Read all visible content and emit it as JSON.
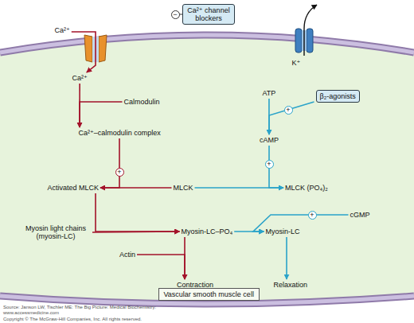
{
  "diagram": {
    "nodes": [
      {
        "text": [
          "Ca²⁺"
        ]
      },
      {
        "text": [
          "Ca²⁺ channel blockers"
        ]
      },
      {
        "text": [
          "Ca²⁺"
        ]
      },
      {
        "text": [
          "Calmodulin"
        ]
      },
      {
        "text": [
          "Ca²⁺–calmodulin complex"
        ]
      },
      {
        "text": [
          "ATP"
        ]
      },
      {
        "text": [
          "β₂-agonists"
        ]
      },
      {
        "text": [
          "cAMP"
        ]
      },
      {
        "text": [
          "Activated MLCK"
        ]
      },
      {
        "text": [
          "MLCK"
        ]
      },
      {
        "text": [
          "MLCK (PO₄)₂"
        ]
      },
      {
        "text": [
          "Myosin light chains (myosin-LC)"
        ]
      },
      {
        "text": [
          "Myosin-LC–PO₄"
        ]
      },
      {
        "text": [
          "cGMP"
        ]
      },
      {
        "text": [
          "Myosin-LC"
        ]
      },
      {
        "text": [
          "Actin"
        ]
      },
      {
        "text": [
          "Contraction"
        ]
      },
      {
        "text": [
          "Relaxation"
        ]
      },
      {
        "text": [
          "Vascular smooth muscle cell"
        ]
      }
    ],
    "edges": [
      {
        "from": 0,
        "to": 2,
        "arrow": "to"
      },
      {
        "from": 2,
        "to": 4,
        "arrow": "to"
      },
      {
        "from": 3,
        "to": 4,
        "arrow": "to"
      },
      {
        "from": 4,
        "to": 8,
        "label": "+",
        "arrow": "to"
      },
      {
        "from": 9,
        "to": 8,
        "arrow": "to"
      },
      {
        "from": 8,
        "to": 12,
        "arrow": "to"
      },
      {
        "from": 11,
        "to": 12,
        "arrow": "to"
      },
      {
        "from": 12,
        "to": 16,
        "arrow": "to"
      },
      {
        "from": 15,
        "to": 16,
        "arrow": "to"
      },
      {
        "from": 5,
        "to": 7,
        "arrow": "to"
      },
      {
        "from": 6,
        "to": 7,
        "label": "+",
        "arrow": "to"
      },
      {
        "from": 9,
        "to": 10,
        "arrow": "to"
      },
      {
        "from": 7,
        "to": 10,
        "label": "+",
        "arrow": "to"
      },
      {
        "from": 12,
        "to": 14,
        "arrow": "to"
      },
      {
        "from": 13,
        "to": 14,
        "label": "+",
        "arrow": "to"
      },
      {
        "from": 14,
        "to": 17,
        "arrow": "to"
      }
    ],
    "labels": [
      "K⁺",
      "−",
      "Source: Janson LW, Tischler ME: The Big Picture: Medical Biochemistry: www.accessmedicine.com",
      "Copyright © The McGraw-Hill Companies, Inc. All rights reserved."
    ]
  }
}
